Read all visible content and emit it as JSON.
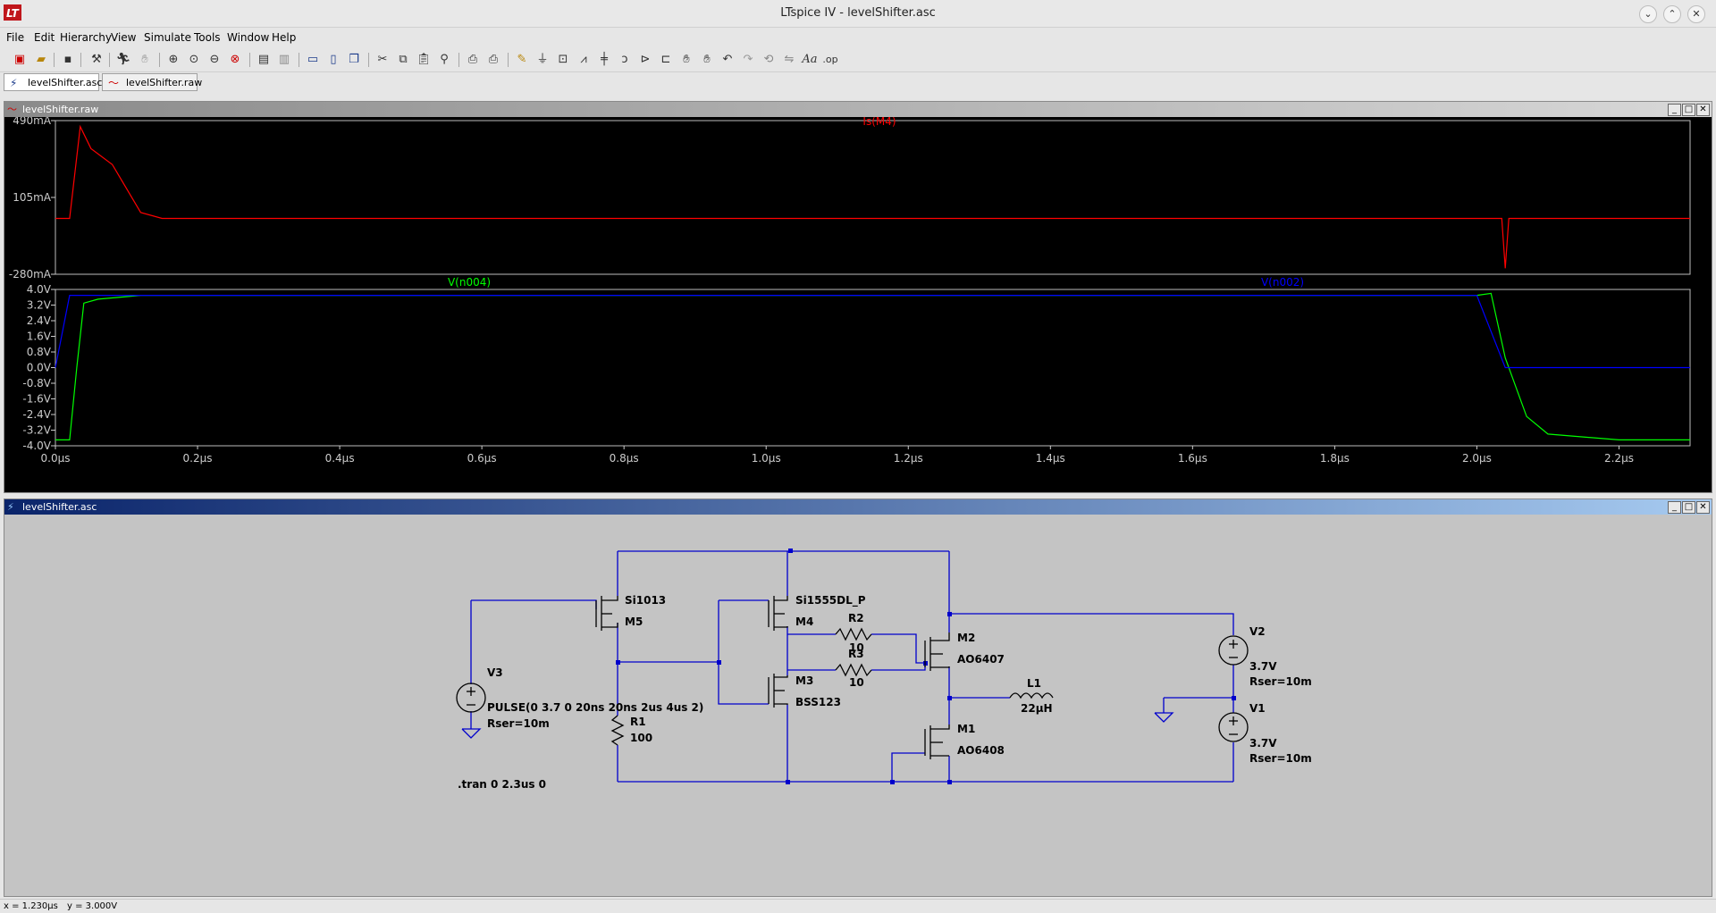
{
  "window": {
    "title": "LTspice IV - levelShifter.asc"
  },
  "menu": [
    "File",
    "Edit",
    "Hierarchy",
    "View",
    "Simulate",
    "Tools",
    "Window",
    "Help"
  ],
  "tabs": [
    {
      "label": "levelShifter.asc"
    },
    {
      "label": "levelShifter.raw"
    }
  ],
  "plot_window": {
    "title": "levelShifter.raw",
    "upper": {
      "trace": "Is(M4)",
      "ticks": [
        "490mA",
        "105mA",
        "-280mA"
      ],
      "color": "#ff0000"
    },
    "lower": {
      "traces": [
        {
          "name": "V(n004)",
          "color": "#00ff00"
        },
        {
          "name": "V(n002)",
          "color": "#0000ff"
        }
      ],
      "ticks": [
        "4.0V",
        "3.2V",
        "2.4V",
        "1.6V",
        "0.8V",
        "0.0V",
        "-0.8V",
        "-1.6V",
        "-2.4V",
        "-3.2V",
        "-4.0V"
      ]
    },
    "xticks": [
      "0.0µs",
      "0.2µs",
      "0.4µs",
      "0.6µs",
      "0.8µs",
      "1.0µs",
      "1.2µs",
      "1.4µs",
      "1.6µs",
      "1.8µs",
      "2.0µs",
      "2.2µs"
    ]
  },
  "chart_data": [
    {
      "type": "line",
      "title": "Is(M4)",
      "xlim": [
        0,
        2.3
      ],
      "ylim": [
        -280,
        490
      ],
      "series": [
        {
          "name": "Is(M4)",
          "color": "#ff0000",
          "x": [
            0,
            0.02,
            0.035,
            0.05,
            0.08,
            0.12,
            0.15,
            2.0,
            2.035,
            2.04,
            2.045,
            2.3
          ],
          "y": [
            0,
            0,
            460,
            350,
            270,
            30,
            0,
            0,
            0,
            -250,
            0,
            0
          ]
        }
      ]
    },
    {
      "type": "line",
      "xlim": [
        0,
        2.3
      ],
      "ylim": [
        -4.0,
        4.0
      ],
      "series": [
        {
          "name": "V(n004)",
          "color": "#00ff00",
          "x": [
            0,
            0.02,
            0.03,
            0.04,
            0.06,
            0.12,
            2.0,
            2.02,
            2.04,
            2.07,
            2.1,
            2.2,
            2.3
          ],
          "y": [
            -3.7,
            -3.7,
            0,
            3.3,
            3.5,
            3.7,
            3.7,
            3.8,
            0.5,
            -2.5,
            -3.4,
            -3.7,
            -3.7
          ]
        },
        {
          "name": "V(n002)",
          "color": "#0000ff",
          "x": [
            0,
            0.02,
            2.0,
            2.04,
            2.3
          ],
          "y": [
            0,
            3.7,
            3.7,
            0,
            0
          ]
        }
      ]
    }
  ],
  "schematic_window": {
    "title": "levelShifter.asc",
    "components": {
      "m5": {
        "part": "Si1013",
        "ref": "M5"
      },
      "m4": {
        "part": "Si1555DL_P",
        "ref": "M4"
      },
      "m3": {
        "part": "BSS123",
        "ref": "M3"
      },
      "m2": {
        "part": "AO6407",
        "ref": "M2"
      },
      "m1": {
        "part": "AO6408",
        "ref": "M1"
      },
      "r2": {
        "ref": "R2",
        "value": "10"
      },
      "r3": {
        "ref": "R3",
        "value": "10"
      },
      "r1": {
        "ref": "R1",
        "value": "100"
      },
      "l1": {
        "ref": "L1",
        "value": "22µH"
      },
      "v3": {
        "ref": "V3",
        "value": "PULSE(0 3.7 0 20ns 20ns 2us 4us 2)",
        "rser": "Rser=10m"
      },
      "v2": {
        "ref": "V2",
        "value": "3.7V",
        "rser": "Rser=10m"
      },
      "v1": {
        "ref": "V1",
        "value": "3.7V",
        "rser": "Rser=10m"
      }
    },
    "directive": ".tran 0 2.3us 0"
  },
  "status": {
    "x": "x = 1.230µs",
    "y": "y = 3.000V"
  }
}
